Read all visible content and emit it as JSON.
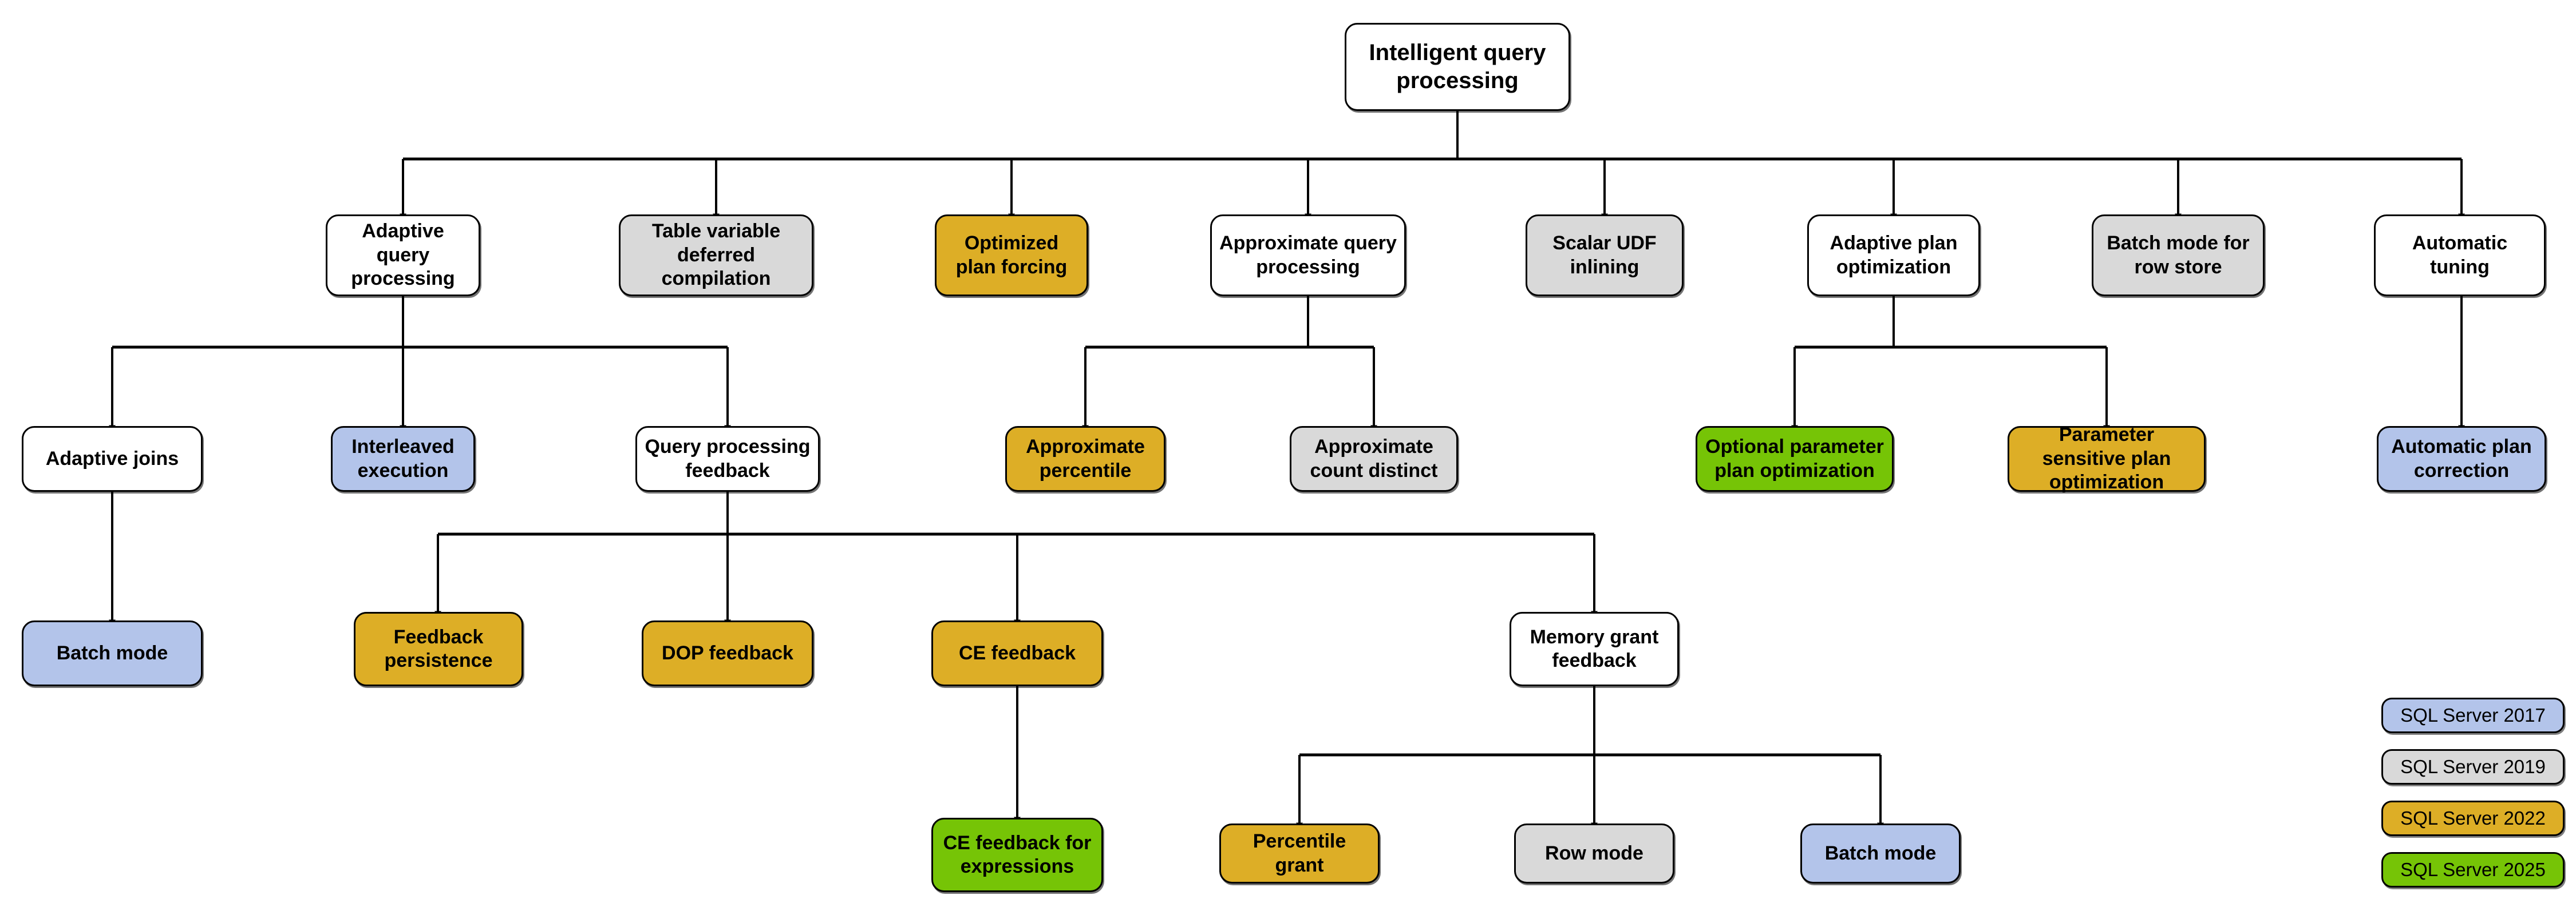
{
  "diagram": {
    "title": "Intelligent query processing",
    "colors": {
      "sql2017": "#b3c4ea",
      "sql2019": "#d9d9d9",
      "sql2022": "#ddae26",
      "sql2025": "#76c406",
      "neutral": "#ffffff",
      "edge": "#000000"
    },
    "root": {
      "label": "Intelligent query processing"
    },
    "level2": [
      {
        "label": "Adaptive query processing",
        "style": "white"
      },
      {
        "label": "Table variable deferred compilation",
        "style": "gray"
      },
      {
        "label": "Optimized plan forcing",
        "style": "gold"
      },
      {
        "label": "Approximate query processing",
        "style": "white"
      },
      {
        "label": "Scalar UDF inlining",
        "style": "gray"
      },
      {
        "label": "Adaptive plan optimization",
        "style": "white"
      },
      {
        "label": "Batch mode for row store",
        "style": "gray"
      },
      {
        "label": "Automatic tuning",
        "style": "white"
      }
    ],
    "level3": [
      {
        "label": "Adaptive joins",
        "style": "white"
      },
      {
        "label": "Interleaved execution",
        "style": "blue"
      },
      {
        "label": "Query processing feedback",
        "style": "white"
      },
      {
        "label": "Approximate percentile",
        "style": "gold"
      },
      {
        "label": "Approximate count distinct",
        "style": "gray"
      },
      {
        "label": "Optional parameter plan optimization",
        "style": "green"
      },
      {
        "label": "Parameter sensitive plan optimization",
        "style": "gold"
      },
      {
        "label": "Automatic plan correction",
        "style": "blue"
      }
    ],
    "level4": [
      {
        "label": "Batch mode",
        "style": "blue"
      },
      {
        "label": "Feedback persistence",
        "style": "gold"
      },
      {
        "label": "DOP feedback",
        "style": "gold"
      },
      {
        "label": "CE feedback",
        "style": "gold"
      },
      {
        "label": "Memory grant feedback",
        "style": "white"
      }
    ],
    "level5": [
      {
        "label": "CE feedback for expressions",
        "style": "green"
      },
      {
        "label": "Percentile grant",
        "style": "gold"
      },
      {
        "label": "Row mode",
        "style": "gray"
      },
      {
        "label": "Batch mode",
        "style": "blue"
      }
    ],
    "legend": [
      {
        "label": "SQL Server 2017",
        "style": "blue"
      },
      {
        "label": "SQL Server 2019",
        "style": "gray"
      },
      {
        "label": "SQL Server 2022",
        "style": "gold"
      },
      {
        "label": "SQL Server 2025",
        "style": "green"
      }
    ]
  }
}
